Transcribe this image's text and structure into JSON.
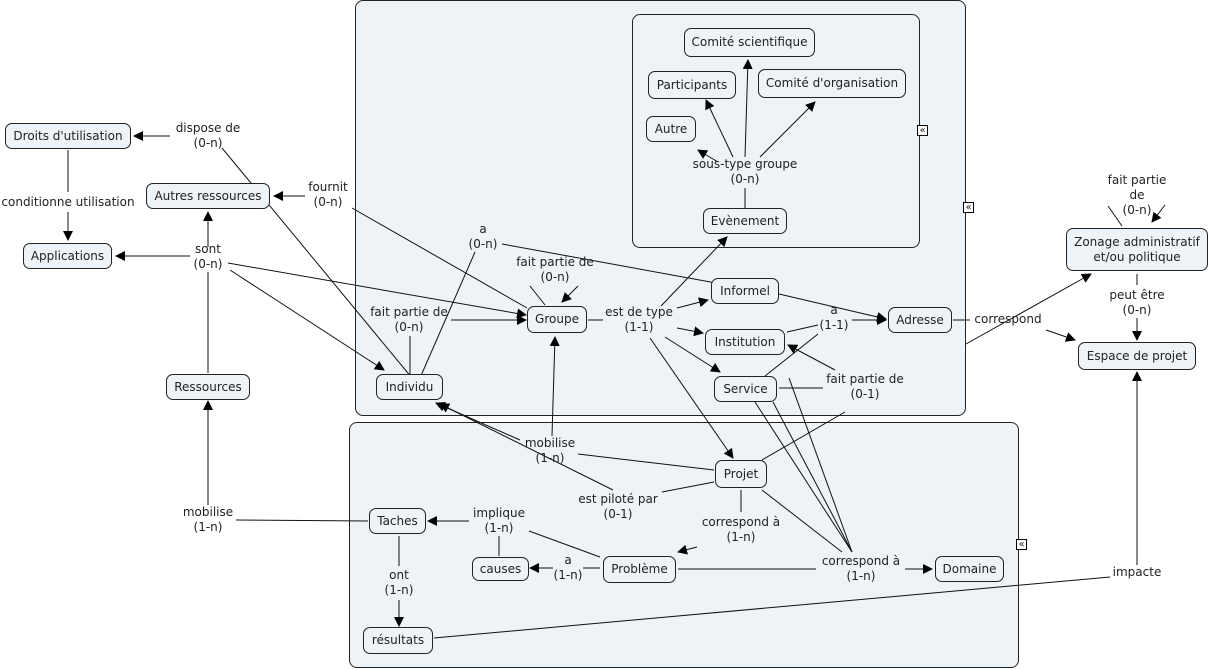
{
  "colors": {
    "node_fill": "#edf3f6",
    "group_fill": "#edf3f6",
    "stroke": "#222222",
    "background": "#ffffff"
  },
  "collapse_icon": "double-chevron-left-icon",
  "collapse_glyph": "«",
  "nodes": {
    "droits": "Droits d'utilisation",
    "applications": "Applications",
    "autres_ressources": "Autres ressources",
    "ressources": "Ressources",
    "individu": "Individu",
    "groupe": "Groupe",
    "informel": "Informel",
    "institution": "Institution",
    "service": "Service",
    "adresse": "Adresse",
    "comite_scientifique": "Comité scientifique",
    "participants": "Participants",
    "comite_organisation": "Comité d'organisation",
    "autre": "Autre",
    "evenement": "Evènement",
    "zonage": "Zonage administratif\net/ou politique",
    "espace_projet": "Espace de projet",
    "projet": "Projet",
    "taches": "Taches",
    "causes": "causes",
    "probleme": "Problème",
    "domaine": "Domaine",
    "resultats": "résultats"
  },
  "links": {
    "dispose_de": "dispose de\n(0-n)",
    "conditionne": "conditionne utilisation",
    "fournit": "fournit\n(0-n)",
    "sont": "sont\n(0-n)",
    "a_individu": "a\n(0-n)",
    "fait_partie_groupe": "fait partie de\n(0-n)",
    "fait_partie_individu": "fait partie de\n(0-n)",
    "est_de_type": "est de type\n(1-1)",
    "sous_type": "sous-type groupe\n(0-n)",
    "a_adresse": "a\n(1-1)",
    "fait_partie_service": "fait partie de\n(0-1)",
    "correspond": "correspond",
    "fait_partie_zonage": "fait partie de\n(0-n)",
    "peut_etre": "peut être\n(0-n)",
    "mobilise_projet": "mobilise\n(1-n)",
    "est_pilote": "est piloté par\n(0-1)",
    "correspond_projet": "correspond à\n(1-n)",
    "correspond_domaine": "correspond à\n(1-n)",
    "mobilise_taches": "mobilise\n(1-n)",
    "implique": "implique\n(1-n)",
    "a_causes": "a\n(1-n)",
    "ont": "ont\n(1-n)",
    "impacte": "impacte"
  }
}
